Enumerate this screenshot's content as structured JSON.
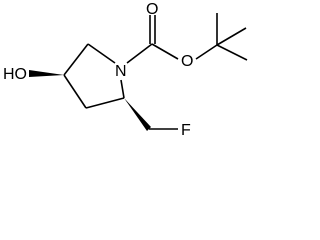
{
  "molecule": {
    "atom_labels": {
      "hydroxyl": "HO",
      "ring_nitrogen": "N",
      "carbonyl_oxygen": "O",
      "ester_oxygen": "O",
      "fluorine": "F"
    }
  },
  "colors": {
    "bond": "#000000",
    "text": "#000000",
    "background": "#ffffff"
  }
}
